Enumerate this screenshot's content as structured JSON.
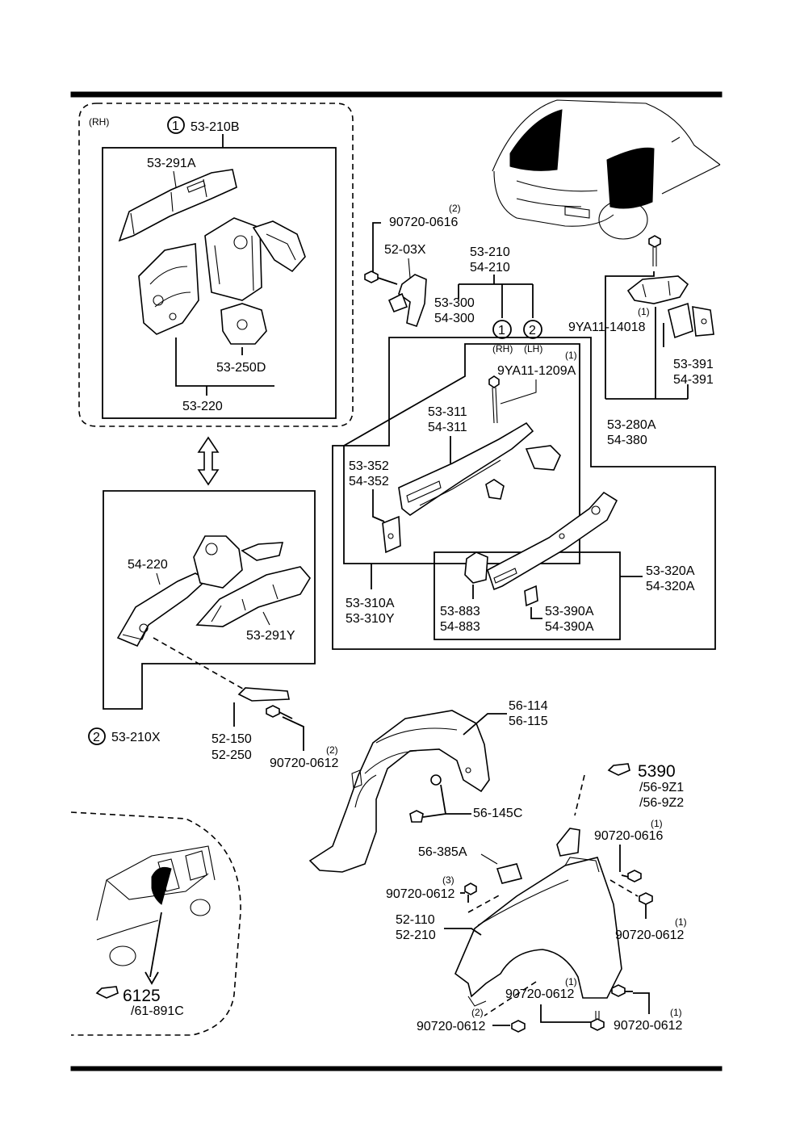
{
  "labels": {
    "rh_tag": "(RH)",
    "circle1": "1",
    "circle2": "2",
    "p53210B": "53-210B",
    "p53291A": "53-291A",
    "p53250D": "53-250D",
    "p53220": "53-220",
    "p54220": "54-220",
    "p53291Y": "53-291Y",
    "p53210X": "53-210X",
    "p52150": "52-150",
    "p52250": "52-250",
    "qty2_a": "(2)",
    "b90720_0612_a": "90720-0612",
    "qty2_b": "(2)",
    "b90720_0616_a": "90720-0616",
    "p5203X": "52-03X",
    "p53210": "53-210",
    "p54210": "54-210",
    "p53300": "53-300",
    "p54300": "54-300",
    "rh_small": "(RH)",
    "lh_small": "(LH)",
    "qty1_a": "(1)",
    "b9YA11_1209A": "9YA11-1209A",
    "p53311": "53-311",
    "p54311": "54-311",
    "p53352": "53-352",
    "p54352": "54-352",
    "p53310A": "53-310A",
    "p53310Y": "53-310Y",
    "p53883": "53-883",
    "p54883": "54-883",
    "p53390A": "53-390A",
    "p54390A": "54-390A",
    "p53320A": "53-320A",
    "p54320A": "54-320A",
    "qty1_b": "(1)",
    "b9YA11_14018": "9YA11-14018",
    "p53391": "53-391",
    "p54391": "54-391",
    "p53280A": "53-280A",
    "p54380": "54-380",
    "p56114": "56-114",
    "p56115": "56-115",
    "p56145C": "56-145C",
    "ref5390": "5390",
    "ref569Z1": "/56-9Z1",
    "ref569Z2": "/56-9Z2",
    "qty1_c": "(1)",
    "b90720_0616_b": "90720-0616",
    "p56385A": "56-385A",
    "qty3": "(3)",
    "b90720_0612_b": "90720-0612",
    "qty1_d": "(1)",
    "b90720_0612_c": "90720-0612",
    "p52110": "52-110",
    "p52210": "52-210",
    "qty1_e": "(1)",
    "b90720_0612_d": "90720-0612",
    "qty1_f": "(1)",
    "b90720_0612_e": "90720-0612",
    "qty2_c": "(2)",
    "b90720_0612_f": "90720-0612",
    "ref6125": "6125",
    "ref61891C": "/61-891C"
  }
}
